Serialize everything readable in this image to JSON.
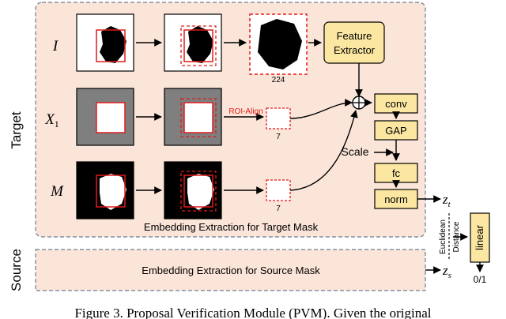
{
  "labels": {
    "side_target": "Target",
    "side_source": "Source",
    "row_I": "I",
    "row_X": "X",
    "row_X_sub": "1",
    "row_M": "M",
    "feature_extractor_l1": "Feature",
    "feature_extractor_l2": "Extractor",
    "size_224": "224",
    "size_7a": "7",
    "size_7b": "7",
    "roi_align": "ROI-Align",
    "conv": "conv",
    "gap": "GAP",
    "scale": "Scale",
    "fc": "fc",
    "norm": "norm",
    "zt": "z",
    "zt_sub": "t",
    "zs": "z",
    "zs_sub": "s",
    "euclid_l1": "Euclidean",
    "euclid_l2": "Distance",
    "linear": "linear",
    "output": "0/1",
    "target_caption": "Embedding Extraction for Target Mask",
    "source_caption": "Embedding Extraction for Source Mask",
    "figure_caption": "Figure 3. Proposal Verification Module (PVM). Given the original"
  },
  "colors": {
    "panel_fill": "#fbe5d8",
    "panel_stroke": "#6a7d95",
    "box_fill": "#fbe7a1",
    "accent_red": "#e01b1b",
    "gray_image": "#7f7f7f"
  }
}
